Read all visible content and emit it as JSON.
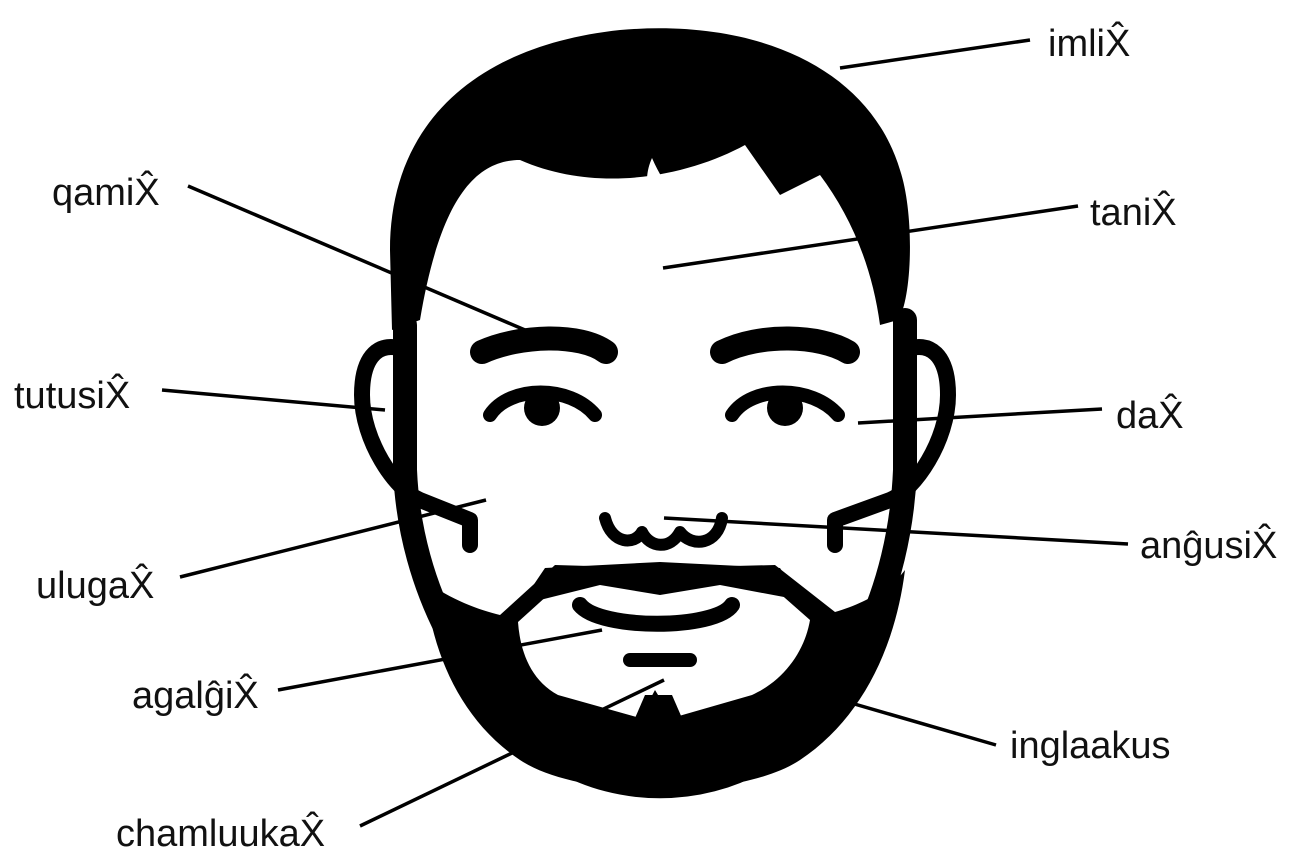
{
  "labels": {
    "imlix": "imliX̂",
    "qamix": "qamiX̂",
    "tanix": "taniX̂",
    "tutusix": "tutusiX̂",
    "dax": "daX̂",
    "ulugax": "ulugaX̂",
    "angusix": "anĝusiX̂",
    "agalgix": "agalĝiX̂",
    "inglaakus": "inglaakus",
    "chamluukax": "chamluukaX̂"
  },
  "colors": {
    "ink": "#000000",
    "background": "#ffffff"
  }
}
